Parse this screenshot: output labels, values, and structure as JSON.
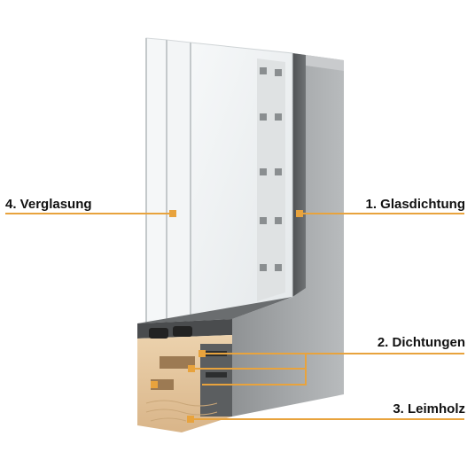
{
  "labels": {
    "verglasung": "4. Verglasung",
    "glasdichtung": "1. Glasdichtung",
    "dichtungen": "2. Dichtungen",
    "leimholz": "3. Leimholz"
  },
  "colors": {
    "accent": "#E8A33D",
    "frame_light": "#A9ACAE",
    "frame_dark": "#5E6163",
    "wood": "#E6C9A3",
    "glass": "#EEF1F2",
    "text": "#111111"
  },
  "icons": {
    "glazing_marker": "orange-square-marker",
    "seal_marker": "orange-square-marker"
  }
}
